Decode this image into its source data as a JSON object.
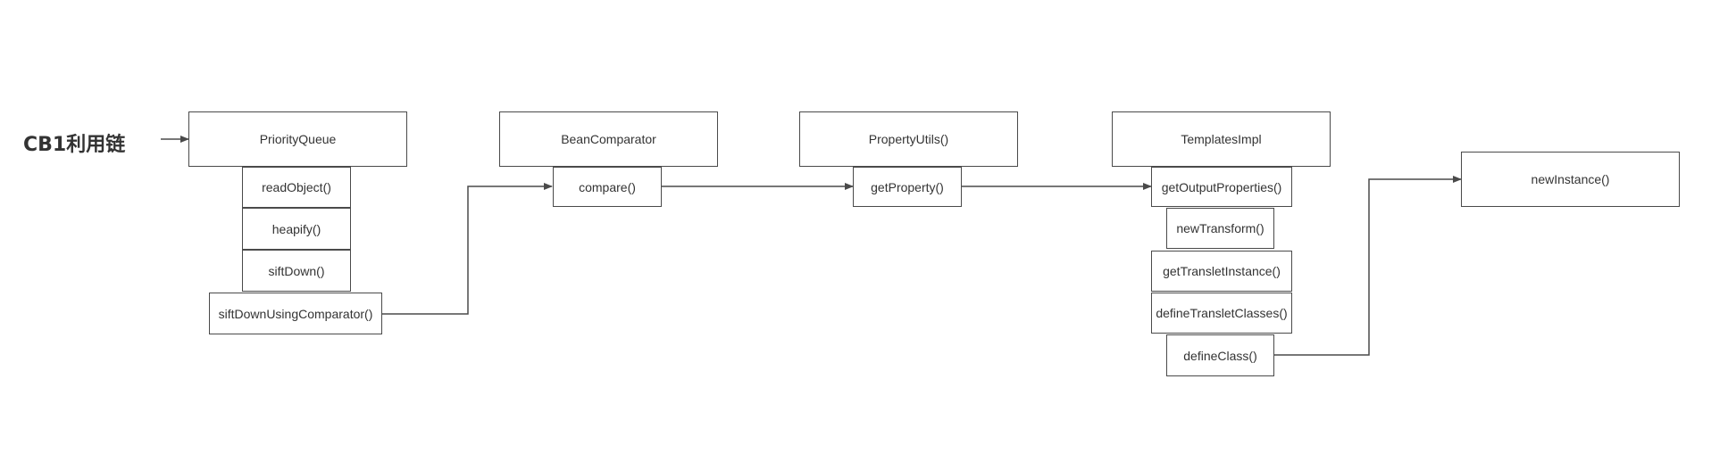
{
  "title": "CB1利用链",
  "colors": {
    "line": "#4a4a4a",
    "text": "#333333",
    "background": "#ffffff"
  },
  "nodes": {
    "priority_queue": "PriorityQueue",
    "read_object": "readObject()",
    "heapify": "heapify()",
    "sift_down": "siftDown()",
    "sift_down_using_comparator": "siftDownUsingComparator()",
    "bean_comparator": "BeanComparator",
    "compare": "compare()",
    "property_utils": "PropertyUtils()",
    "get_property": "getProperty()",
    "templates_impl": "TemplatesImpl",
    "get_output_properties": "getOutputProperties()",
    "new_transform": "newTransform()",
    "get_translet_instance": "getTransletInstance()",
    "define_translet_classes": "defineTransletClasses()",
    "define_class": "defineClass()",
    "new_instance": "newInstance()"
  }
}
